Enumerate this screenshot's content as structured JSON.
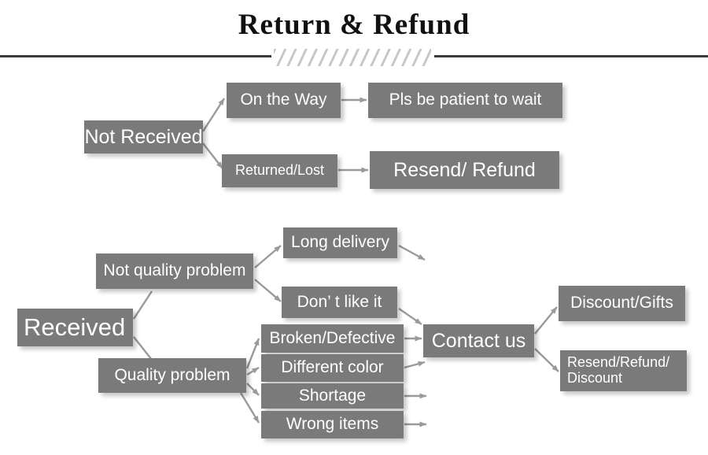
{
  "header": {
    "title": "Return & Refund",
    "divider_hatch": "diagonal-hatch-ornament"
  },
  "palette": {
    "node_fill": "#7a7a7a",
    "node_text": "#ffffff",
    "arrow": "#9a9a9a",
    "title_text": "#111111",
    "divider_rule": "#3b3b3b",
    "background": "#ffffff"
  },
  "diagram": {
    "type": "flowchart",
    "branches": [
      {
        "id": "not-received",
        "root": "Not Received",
        "paths": [
          {
            "status": "On the Way",
            "outcome": "Pls be patient to wait"
          },
          {
            "status": "Returned/Lost",
            "outcome": "Resend/ Refund"
          }
        ]
      },
      {
        "id": "received",
        "root": "Received",
        "categories": [
          {
            "name": "Not quality problem",
            "reasons": [
              "Long delivery",
              "Don’ t like it"
            ]
          },
          {
            "name": "Quality problem",
            "reasons": [
              "Broken/Defective",
              "Different color",
              "Shortage",
              "Wrong items"
            ]
          }
        ],
        "funnel": "Contact us",
        "resolutions": [
          "Discount/Gifts",
          "Resend/Refund/\nDiscount"
        ]
      }
    ]
  },
  "nodes": {
    "not_received": "Not Received",
    "on_the_way": "On the Way",
    "pls_be_patient": "Pls be patient to wait",
    "returned_lost": "Returned/Lost",
    "resend_refund": "Resend/ Refund",
    "received": "Received",
    "not_quality_problem": "Not quality problem",
    "quality_problem": "Quality problem",
    "long_delivery": "Long delivery",
    "dont_like_it": "Don’ t like it",
    "broken_defective": "Broken/Defective",
    "different_color": "Different color",
    "shortage": "Shortage",
    "wrong_items": "Wrong items",
    "contact_us": "Contact us",
    "discount_gifts": "Discount/Gifts",
    "resend_refund_discount_line1": "Resend/Refund/",
    "resend_refund_discount_line2": "Discount"
  }
}
